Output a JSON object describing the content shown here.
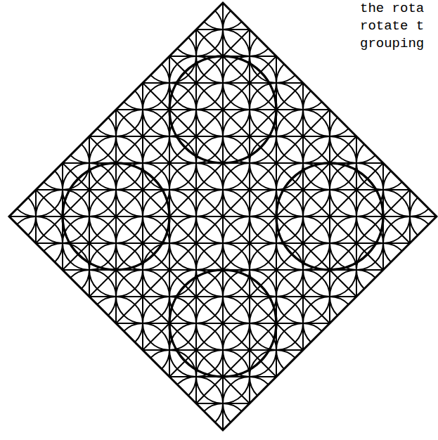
{
  "diagram": {
    "labels": [
      "the rota",
      "rotate t",
      "grouping"
    ]
  }
}
